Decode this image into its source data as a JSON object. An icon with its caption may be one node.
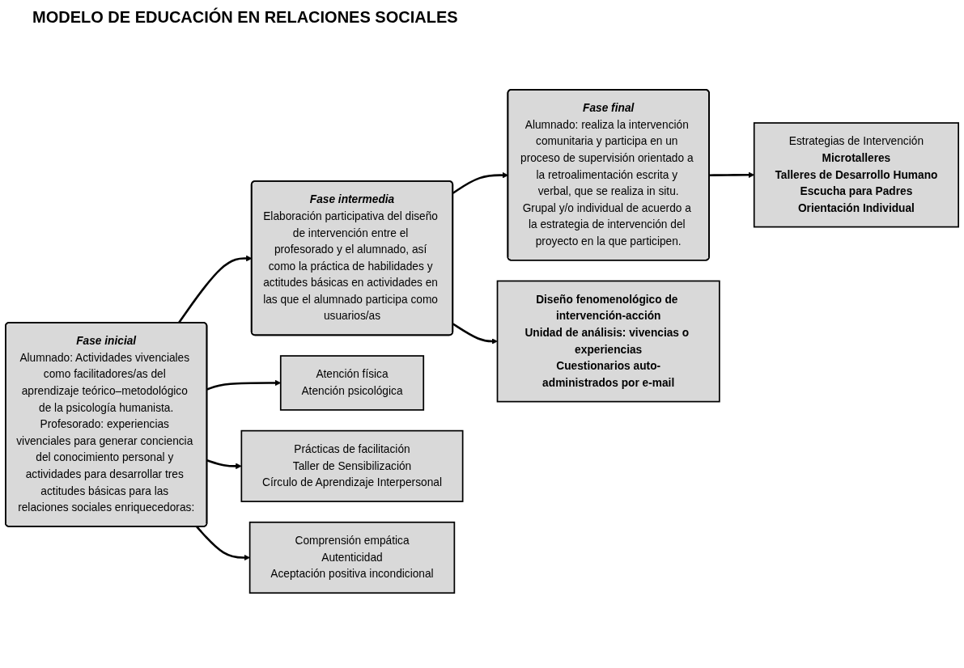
{
  "diagram": {
    "title": "MODELO DE EDUCACIÓN EN RELACIONES SOCIALES",
    "nodes": [
      {
        "text": [
          "Fase inicial",
          "Alumnado: Actividades vivenciales como facilitadores/as del aprendizaje teórico–metodológico de la psicología humanista.",
          "Profesorado: experiencias vivenciales para generar conciencia del conocimiento personal y actividades para desarrollar tres actitudes básicas para las relaciones sociales enriquecedoras:"
        ]
      },
      {
        "text": [
          "Fase intermedia",
          "Elaboración participativa del diseño de intervención entre el profesorado y el alumnado, así como la práctica de habilidades y actitudes básicas en actividades en las que el alumnado participa como usuarios/as"
        ]
      },
      {
        "text": [
          "Fase final",
          "Alumnado: realiza la intervención comunitaria y participa en un proceso de supervisión orientado a la retroalimentación escrita y verbal, que se realiza in situ.",
          "Grupal y/o individual de acuerdo a la estrategia de intervención del proyecto en la que participen."
        ]
      },
      {
        "text": [
          "Estrategias de Intervención",
          "Microtalleres",
          "Talleres de Desarrollo Humano",
          "Escucha para Padres",
          "Orientación Individual"
        ]
      },
      {
        "text": [
          "Atención física",
          "Atención psicológica"
        ]
      },
      {
        "text": [
          "Diseño fenomenológico de intervención-acción",
          "Unidad de análisis: vivencias o experiencias",
          "Cuestionarios auto-administrados por e-mail"
        ]
      },
      {
        "text": [
          "Prácticas de facilitación",
          "Taller de Sensibilización",
          "Círculo de Aprendizaje Interpersonal"
        ]
      },
      {
        "text": [
          "Comprensión empática",
          "Autenticidad",
          "Aceptación positiva incondicional"
        ]
      }
    ],
    "edges": [
      {
        "from": 0,
        "to": 1,
        "arrow": "to"
      },
      {
        "from": 1,
        "to": 2,
        "arrow": "to"
      },
      {
        "from": 2,
        "to": 3,
        "arrow": "to"
      },
      {
        "from": 0,
        "to": 4,
        "arrow": "to"
      },
      {
        "from": 1,
        "to": 5,
        "arrow": "to"
      },
      {
        "from": 0,
        "to": 6,
        "arrow": "to"
      },
      {
        "from": 0,
        "to": 7,
        "arrow": "to"
      }
    ]
  }
}
